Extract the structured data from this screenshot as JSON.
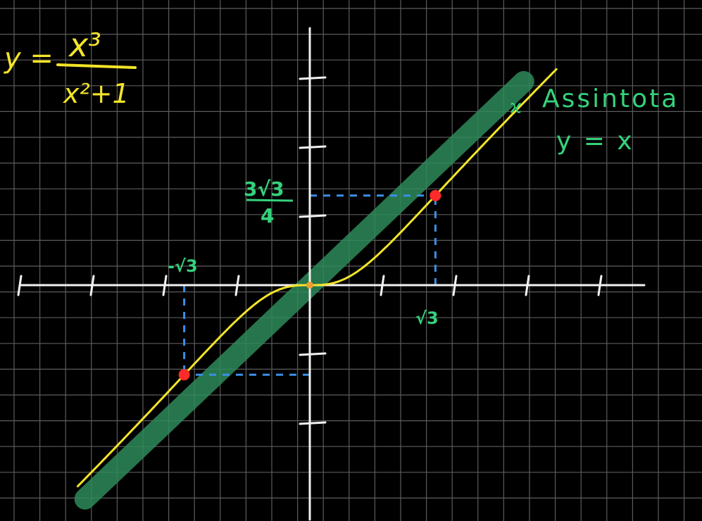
{
  "chart_data": {
    "type": "line",
    "formula": {
      "lhs": "y =",
      "numerator": "x³",
      "denominator": "x²+1"
    },
    "asymptote_label": [
      "Assintota",
      "y = x"
    ],
    "point_labels": {
      "x_negative": "-√3",
      "x_positive": "√3",
      "y_numerator": "3√3",
      "y_denominator": "4"
    },
    "xlim": [
      -4.1,
      4.7
    ],
    "ylim": [
      -3.2,
      3.9
    ],
    "x_ticks": [
      -4,
      -3,
      -2,
      -1,
      1,
      2,
      3,
      4
    ],
    "y_ticks": [
      -2,
      -1,
      1,
      2,
      3
    ],
    "grid": true,
    "series": [
      {
        "kind": "curve",
        "function": "x^3/(x^2+1)",
        "domain": [
          -3.2,
          3.4
        ],
        "color": "#f3e428"
      },
      {
        "kind": "asymptote",
        "function": "x",
        "domain": [
          -3.1,
          2.95
        ],
        "color": "#2e8a5a"
      }
    ],
    "critical_points": [
      {
        "x": -1.732,
        "y": -1.299,
        "color": "#ff2a2a"
      },
      {
        "x": 1.732,
        "y": 1.299,
        "color": "#ff2a2a"
      }
    ],
    "origin_marker": {
      "x": 0,
      "y": 0,
      "color": "#f0a030"
    }
  },
  "colors": {
    "background": "#000000",
    "grid": "#5c5c5c",
    "axes": "#f2f2f2",
    "formula": "#f3e428",
    "annotation": "#35d27b",
    "guides": "#3a8fe8"
  }
}
